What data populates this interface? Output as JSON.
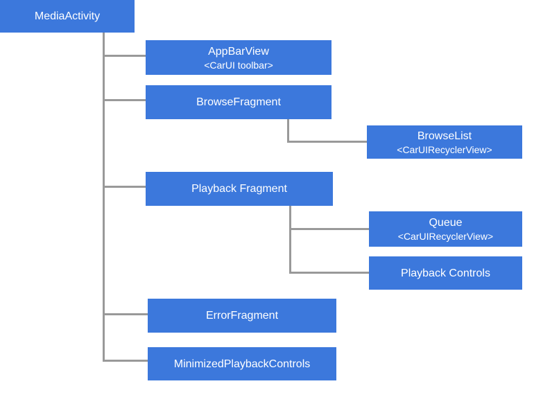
{
  "colors": {
    "node_fill": "#3c78dc",
    "node_text": "#ffffff",
    "connector": "#999999",
    "background": "#ffffff"
  },
  "nodes": {
    "media_activity": {
      "label": "MediaActivity"
    },
    "app_bar_view": {
      "label": "AppBarView",
      "sublabel": "<CarUI toolbar>"
    },
    "browse_fragment": {
      "label": "BrowseFragment"
    },
    "browse_list": {
      "label": "BrowseList",
      "sublabel": "<CarUIRecyclerView>"
    },
    "playback_fragment": {
      "label": "Playback Fragment"
    },
    "queue": {
      "label": "Queue",
      "sublabel": "<CarUIRecyclerView>"
    },
    "playback_controls": {
      "label": "Playback Controls"
    },
    "error_fragment": {
      "label": "ErrorFragment"
    },
    "minimized_playback_controls": {
      "label": "MinimizedPlaybackControls"
    }
  }
}
